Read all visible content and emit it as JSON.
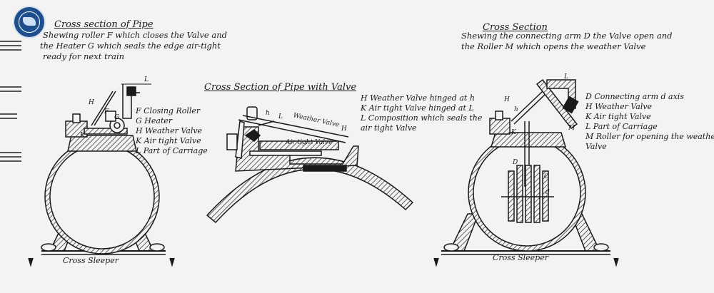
{
  "logo": {
    "icon": "institution-seal-icon",
    "color": "#1f4e8c"
  },
  "left": {
    "title": "Cross section of Pipe",
    "caption": [
      "Shewing roller F which closes the Valve and",
      "the Heater G which seals the edge air-tight",
      "ready for next train"
    ],
    "legend": [
      "F  Closing Roller",
      "G  Heater",
      "H  Weather Valve",
      "K  Air tight Valve",
      "L  Part of Carriage"
    ],
    "sleeper": "Cross Sleeper",
    "labels": {
      "L": "L",
      "H": "H",
      "F": "F",
      "G": "G",
      "K": "K"
    }
  },
  "middle": {
    "title": "Cross Section of Pipe with Valve",
    "legend": [
      "H  Weather Valve hinged at h",
      "K  Air tight Valve hinged at L",
      "L  Composition which seals the",
      "     air tight Valve"
    ],
    "labels": {
      "H": "H",
      "h": "h",
      "L": "L",
      "weather": "Weather Valve",
      "airtight": "Air tight Valve"
    }
  },
  "right": {
    "title": "Cross Section",
    "caption": [
      "Shewing the connecting arm D the Valve open and",
      "the Roller M which opens the weather Valve"
    ],
    "legend": [
      "D  Connecting arm d axis",
      "H  Weather Valve",
      "K  Air tight Valve",
      "L  Part of Carriage",
      "M  Roller for opening the weather",
      "     Valve"
    ],
    "sleeper": "Cross Sleeper",
    "labels": {
      "L": "L",
      "H": "H",
      "h": "h",
      "K": "K",
      "M": "M",
      "D": "D",
      "C": "C",
      "d": "d"
    }
  }
}
